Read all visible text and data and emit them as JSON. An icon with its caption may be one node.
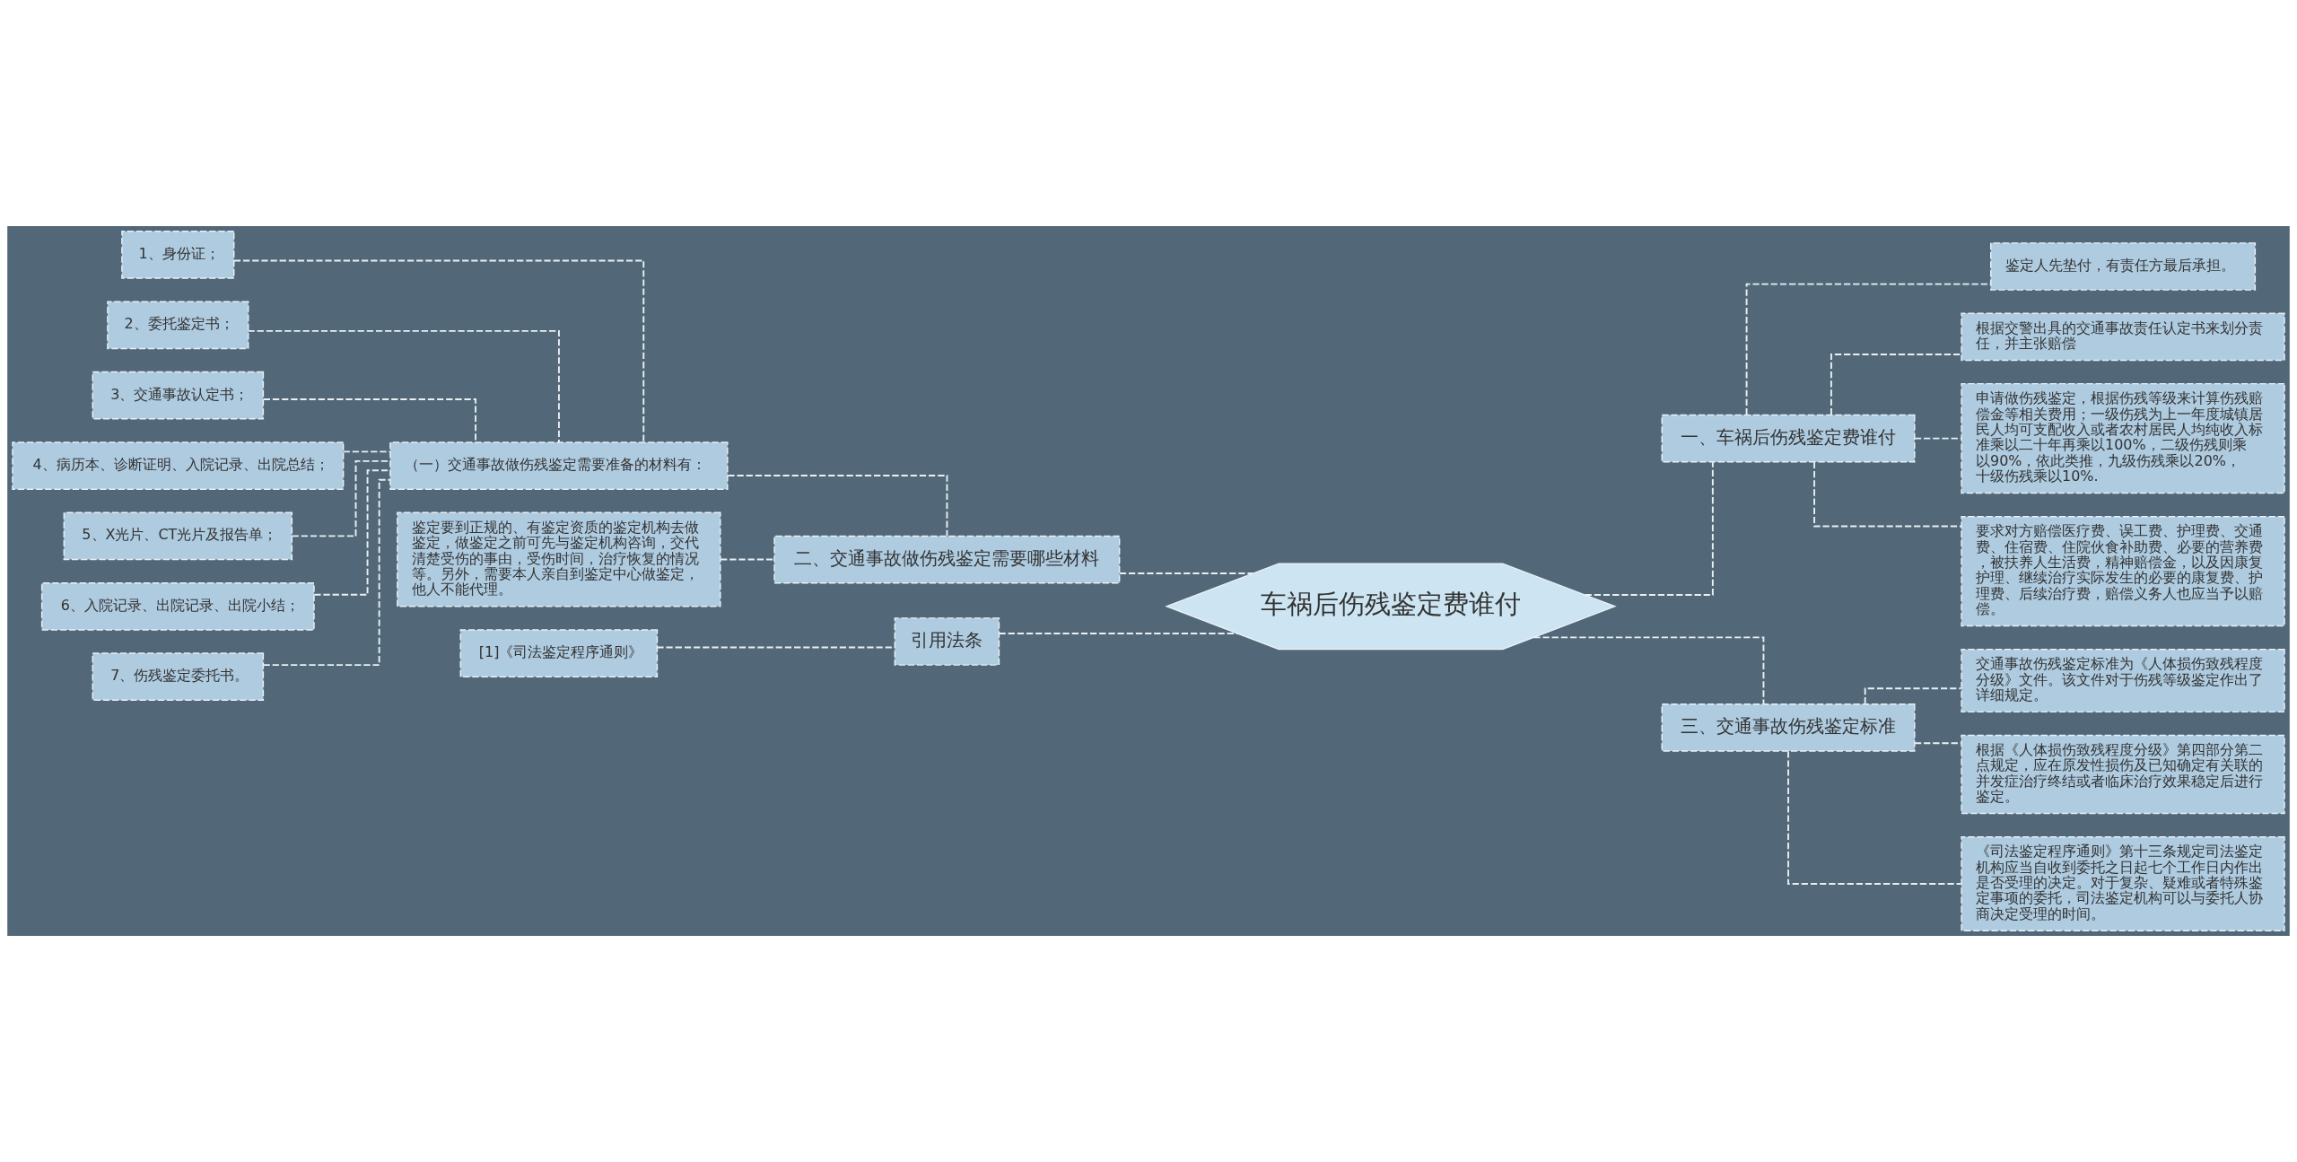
{
  "diagram": {
    "nodes": [
      {
        "text": [
          "车祸后伤残鉴定费谁付"
        ]
      },
      {
        "text": [
          "一、车祸后伤残鉴定费谁付"
        ]
      },
      {
        "text": [
          "鉴定人先垫付，有责任方最后承担。"
        ]
      },
      {
        "text": [
          "根据交警出具的交通事故责任认定书来划分责任，并主张赔偿"
        ]
      },
      {
        "text": [
          "申请做伤残鉴定，根据伤残等级来计算伤残赔偿金等相关费用；一级伤残为上一年度城镇居民人均可支配收入或者农村居民人均纯收入标准乘以二十年再乘以100%，二级伤残则乘以90%，依此类推，九级伤残乘以20%，十级伤残乘以10%."
        ]
      },
      {
        "text": [
          "要求对方赔偿医疗费、误工费、护理费、交通费、住宿费、住院伙食补助费、必要的营养费，被扶养人生活费，精神赔偿金，以及因康复护理、继续治疗实际发生的必要的康复费、护理费、后续治疗费，赔偿义务人也应当予以赔偿。"
        ]
      },
      {
        "text": [
          "二、交通事故做伤残鉴定需要哪些材料"
        ]
      },
      {
        "text": [
          "（一）交通事故做伤残鉴定需要准备的材料有："
        ]
      },
      {
        "text": [
          "1、身份证；"
        ]
      },
      {
        "text": [
          "2、委托鉴定书；"
        ]
      },
      {
        "text": [
          "3、交通事故认定书；"
        ]
      },
      {
        "text": [
          "4、病历本、诊断证明、入院记录、出院总结；"
        ]
      },
      {
        "text": [
          "5、X光片、CT光片及报告单；"
        ]
      },
      {
        "text": [
          "6、入院记录、出院记录、出院小结；"
        ]
      },
      {
        "text": [
          "7、伤残鉴定委托书。"
        ]
      },
      {
        "text": [
          "鉴定要到正规的、有鉴定资质的鉴定机构去做鉴定，做鉴定之前可先与鉴定机构咨询，交代清楚受伤的事由，受伤时间，治疗恢复的情况等。另外，需要本人亲自到鉴定中心做鉴定，他人不能代理。"
        ]
      },
      {
        "text": [
          "三、交通事故伤残鉴定标准"
        ]
      },
      {
        "text": [
          "交通事故伤残鉴定标准为《人体损伤致残程度分级》文件。该文件对于伤残等级鉴定作出了详细规定。"
        ]
      },
      {
        "text": [
          "根据《人体损伤致残程度分级》第四部分第二点规定，应在原发性损伤及已知确定有关联的并发症治疗终结或者临床治疗效果稳定后进行鉴定。"
        ]
      },
      {
        "text": [
          "《司法鉴定程序通则》第十三条规定司法鉴定机构应当自收到委托之日起七个工作日内作出是否受理的决定。对于复杂、疑难或者特殊鉴定事项的委托，司法鉴定机构可以与委托人协商决定受理的时间。"
        ]
      },
      {
        "text": [
          "引用法条"
        ]
      },
      {
        "text": [
          "[1]《司法鉴定程序通则》"
        ]
      }
    ],
    "edges": [
      {
        "from": 0,
        "to": 1,
        "arrow": "none"
      },
      {
        "from": 1,
        "to": 2,
        "arrow": "none"
      },
      {
        "from": 1,
        "to": 3,
        "arrow": "none"
      },
      {
        "from": 1,
        "to": 4,
        "arrow": "none"
      },
      {
        "from": 1,
        "to": 5,
        "arrow": "none"
      },
      {
        "from": 0,
        "to": 6,
        "arrow": "none"
      },
      {
        "from": 6,
        "to": 7,
        "arrow": "none"
      },
      {
        "from": 7,
        "to": 8,
        "arrow": "none"
      },
      {
        "from": 7,
        "to": 9,
        "arrow": "none"
      },
      {
        "from": 7,
        "to": 10,
        "arrow": "none"
      },
      {
        "from": 7,
        "to": 11,
        "arrow": "none"
      },
      {
        "from": 7,
        "to": 12,
        "arrow": "none"
      },
      {
        "from": 7,
        "to": 13,
        "arrow": "none"
      },
      {
        "from": 7,
        "to": 14,
        "arrow": "none"
      },
      {
        "from": 6,
        "to": 15,
        "arrow": "none"
      },
      {
        "from": 0,
        "to": 16,
        "arrow": "none"
      },
      {
        "from": 16,
        "to": 17,
        "arrow": "none"
      },
      {
        "from": 16,
        "to": 18,
        "arrow": "none"
      },
      {
        "from": 16,
        "to": 19,
        "arrow": "none"
      },
      {
        "from": 0,
        "to": 20,
        "arrow": "none"
      },
      {
        "from": 20,
        "to": 21,
        "arrow": "none"
      }
    ]
  }
}
